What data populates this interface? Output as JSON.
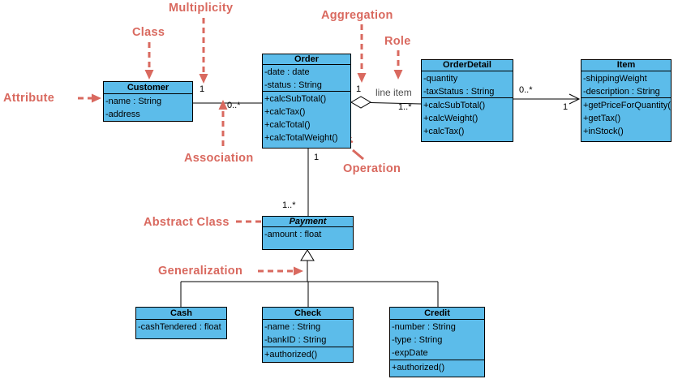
{
  "colors": {
    "class_fill": "#5CBCEA",
    "class_border": "#000000",
    "annotation": "#D9695F",
    "role_text": "#4D4D4D"
  },
  "classes": {
    "customer": {
      "name": "Customer",
      "attributes": [
        "-name : String",
        "-address"
      ]
    },
    "order": {
      "name": "Order",
      "attributes": [
        "-date : date",
        "-status : String"
      ],
      "operations": [
        "+calcSubTotal()",
        "+calcTax()",
        "+calcTotal()",
        "+calcTotalWeight()"
      ]
    },
    "orderDetail": {
      "name": "OrderDetail",
      "attributes": [
        "-quantity",
        "-taxStatus : String"
      ],
      "operations": [
        "+calcSubTotal()",
        "+calcWeight()",
        "+calcTax()"
      ]
    },
    "item": {
      "name": "Item",
      "attributes": [
        "-shippingWeight",
        "-description : String"
      ],
      "operations": [
        "+getPriceForQuantity()",
        "+getTax()",
        "+inStock()"
      ]
    },
    "payment": {
      "name": "Payment",
      "abstract": true,
      "attributes": [
        "-amount : float"
      ]
    },
    "cash": {
      "name": "Cash",
      "attributes": [
        "-cashTendered : float"
      ]
    },
    "check": {
      "name": "Check",
      "attributes": [
        "-name : String",
        "-bankID : String"
      ],
      "operations": [
        "+authorized()"
      ]
    },
    "credit": {
      "name": "Credit",
      "attributes": [
        "-number : String",
        "-type : String",
        "-expDate"
      ],
      "operations": [
        "+authorized()"
      ]
    }
  },
  "annotations": {
    "multiplicity": "Multiplicity",
    "class_label": "Class",
    "aggregation": "Aggregation",
    "role": "Role",
    "attribute": "Attribute",
    "association": "Association",
    "operation": "Operation",
    "abstract_class": "Abstract Class",
    "generalization": "Generalization"
  },
  "multiplicities": {
    "customer_side": "1",
    "order_side": "0..*",
    "aggregate_side": "1",
    "role_name": "line item",
    "line_item_side": "1..*",
    "order_detail_side": "0..*",
    "item_side": "1",
    "order_payment_side": "1",
    "payment_side": "1..*"
  }
}
